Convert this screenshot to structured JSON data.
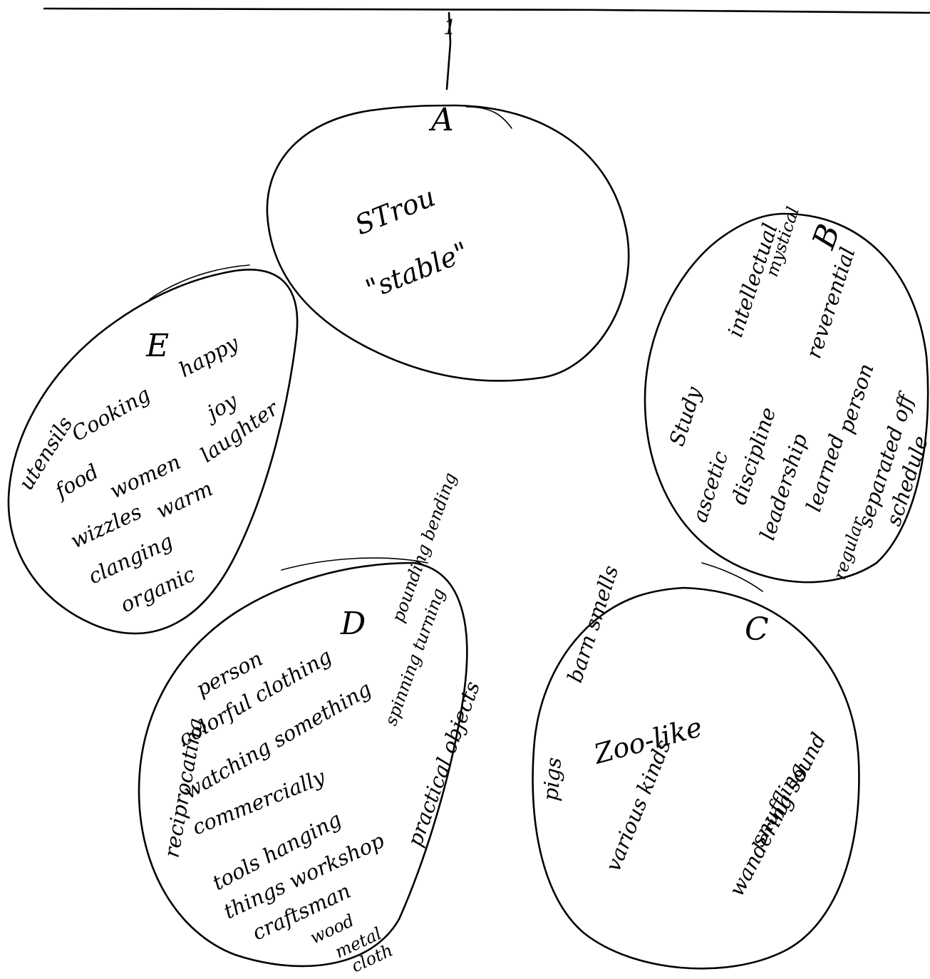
{
  "page": {
    "background": "#ffffff",
    "ink": "#000000"
  },
  "top_line_number": "1",
  "bubbles": {
    "a": {
      "letter": "A",
      "words": [
        "STrou",
        "\"stable\""
      ]
    },
    "b": {
      "letter": "B",
      "words": [
        "Study",
        "intellectual",
        "mystical",
        "ascetic",
        "discipline",
        "reverential",
        "leadership",
        "learned",
        "person",
        "regular",
        "separated off",
        "schedule"
      ]
    },
    "c": {
      "letter": "C",
      "words": [
        "barn smells",
        "Zoo-like",
        "pigs",
        "various kinds",
        "wandering sound",
        "snuffling"
      ]
    },
    "d": {
      "letter": "D",
      "words": [
        "person",
        "colorful clothing",
        "watching something",
        "commercially",
        "reciprocating",
        "spinning turning",
        "pounding bending",
        "practical objects",
        "tools hanging",
        "things workshop",
        "craftsman",
        "wood",
        "metal",
        "cloth"
      ]
    },
    "e": {
      "letter": "E",
      "words": [
        "utensils",
        "Cooking",
        "happy",
        "food",
        "joy",
        "women",
        "laughter",
        "wizzles",
        "warm",
        "clanging",
        "organic"
      ]
    }
  }
}
